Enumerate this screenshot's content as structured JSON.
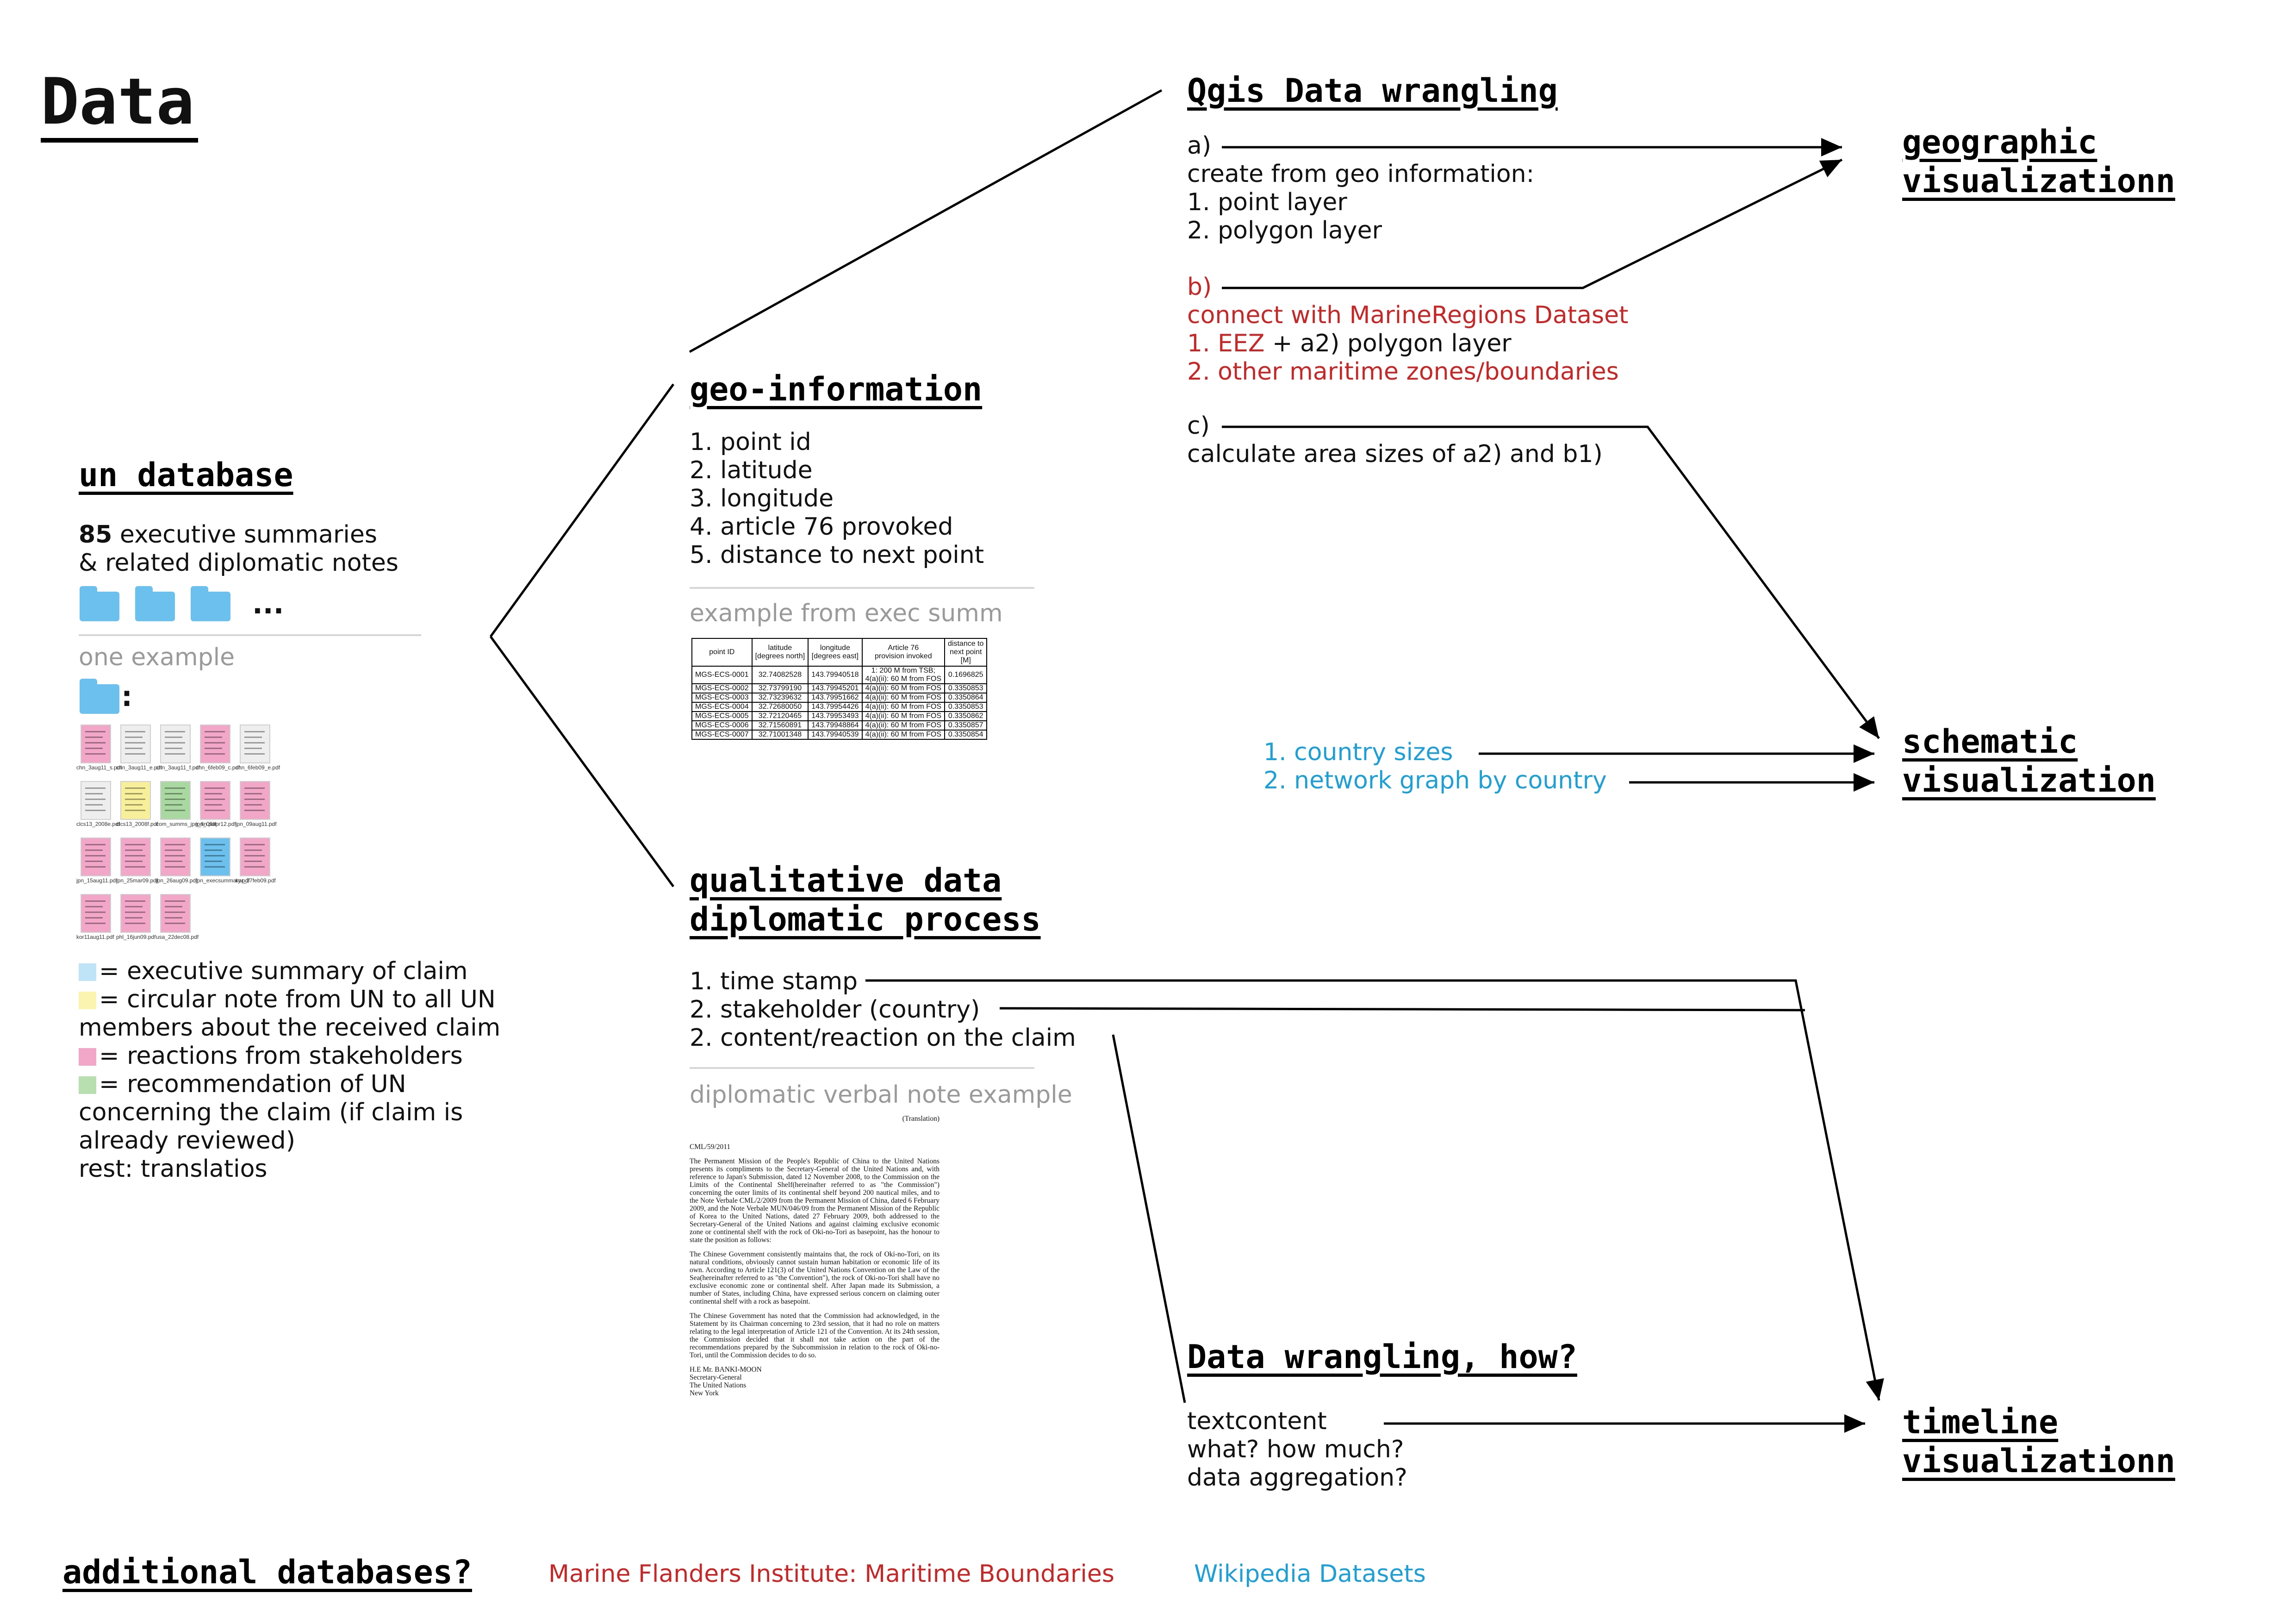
{
  "title": "Data",
  "un_database": {
    "heading": "un database",
    "count": "85",
    "line1_rest": " executive summaries",
    "line2": "& related diplomatic notes",
    "ellipsis": "...",
    "example_label": "one example",
    "colon": ":",
    "files": [
      {
        "name": "chn_3aug11_s.pdf",
        "color": "#f2a7c9"
      },
      {
        "name": "chn_3aug11_e.pdf",
        "color": "#eeeeee"
      },
      {
        "name": "chn_3aug11_f.pdf",
        "color": "#eeeeee"
      },
      {
        "name": "chn_6feb09_c.pdf",
        "color": "#f2a7c9"
      },
      {
        "name": "chn_6feb09_e.pdf",
        "color": "#eeeeee"
      },
      {
        "name": "clcs13_2008e.pdf",
        "color": "#eeeeee"
      },
      {
        "name": "clcs13_2008f.pdf",
        "color": "#f8ef9a"
      },
      {
        "name": "com_summs_jpn_fin.pdf",
        "color": "#a9d8a0"
      },
      {
        "name": "jpn_09apr12.pdf",
        "color": "#f2a7c9"
      },
      {
        "name": "jpn_09aug11.pdf",
        "color": "#f2a7c9"
      },
      {
        "name": "jpn_15aug11.pdf",
        "color": "#f2a7c9"
      },
      {
        "name": "jpn_25mar09.pdf",
        "color": "#f2a7c9"
      },
      {
        "name": "jpn_26aug09.pdf",
        "color": "#f2a7c9"
      },
      {
        "name": "jpn_execsummary.pdf",
        "color": "#6cc0ee"
      },
      {
        "name": "kor_27feb09.pdf",
        "color": "#f2a7c9"
      },
      {
        "name": "kor11aug11.pdf",
        "color": "#f2a7c9"
      },
      {
        "name": "phl_16jun09.pdf",
        "color": "#f2a7c9"
      },
      {
        "name": "usa_22dec08.pdf",
        "color": "#f2a7c9"
      }
    ],
    "legend": [
      {
        "color": "#bfe3f7",
        "text": "= executive summary of claim"
      },
      {
        "color": "#fbf4b0",
        "text": "= circular note from UN to all UN"
      },
      {
        "color": "",
        "text": "members about the received claim"
      },
      {
        "color": "#f2a7c9",
        "text": "= reactions from stakeholders"
      },
      {
        "color": "#b7dfb0",
        "text": "= recommendation of UN"
      },
      {
        "color": "",
        "text": "concerning the claim (if claim is"
      },
      {
        "color": "",
        "text": "already reviewed)"
      },
      {
        "color": "",
        "text": "rest: translatios"
      }
    ]
  },
  "geo": {
    "heading": "geo-information",
    "items": [
      "1. point id",
      "2. latitude",
      "3. longitude",
      "4. article 76 provoked",
      "5. distance to next point"
    ],
    "example_label": "example from exec summ",
    "table": {
      "headers": [
        "point ID",
        "latitude\n[degrees north]",
        "longitude\n[degrees east]",
        "Article 76\nprovision invoked",
        "distance to\nnext point\n[M]"
      ],
      "rows": [
        [
          "MGS-ECS-0001",
          "32.74082528",
          "143.79940518",
          "1: 200 M from TSB;\n4(a)(ii): 60 M from FOS",
          "0.1696825"
        ],
        [
          "MGS-ECS-0002",
          "32.73799190",
          "143.79945201",
          "4(a)(ii): 60 M from FOS",
          "0.3350853"
        ],
        [
          "MGS-ECS-0003",
          "32.73239632",
          "143.79951662",
          "4(a)(ii): 60 M from FOS",
          "0.3350864"
        ],
        [
          "MGS-ECS-0004",
          "32.72680050",
          "143.79954426",
          "4(a)(ii): 60 M from FOS",
          "0.3350853"
        ],
        [
          "MGS-ECS-0005",
          "32.72120465",
          "143.79953493",
          "4(a)(ii): 60 M from FOS",
          "0.3350862"
        ],
        [
          "MGS-ECS-0006",
          "32.71560891",
          "143.79948864",
          "4(a)(ii): 60 M from FOS",
          "0.3350857"
        ],
        [
          "MGS-ECS-0007",
          "32.71001348",
          "143.79940539",
          "4(a)(ii): 60 M from FOS",
          "0.3350854"
        ]
      ]
    }
  },
  "qual": {
    "heading1": "qualitative data",
    "heading2": "diplomatic process",
    "items": [
      "1. time stamp",
      "2. stakeholder (country)",
      "2. content/reaction on the claim"
    ],
    "example_label": "diplomatic verbal note example",
    "note": {
      "translation": "(Translation)",
      "ref": "CML/59/2011",
      "p1": "The Permanent Mission of the People's Republic of China to the United Nations presents its compliments to the Secretary-General of the United Nations and, with reference to Japan's Submission, dated 12 November 2008, to the Commission on the Limits of the Continental Shelf(hereinafter referred to as \"the Commission\") concerning the outer limits of its continental shelf beyond 200 nautical miles, and to the Note Verbale CML/2/2009 from the Permanent Mission of China, dated 6 February 2009, and the Note Verbale MUN/046/09 from the Permanent Mission of the Republic of Korea to the United Nations, dated 27 February 2009, both addressed to the Secretary-General of the United Nations and against claiming exclusive economic zone or continental shelf with the rock of Oki-no-Tori as basepoint, has the honour to state the position as follows:",
      "p2": "The Chinese Government consistently maintains that, the rock of Oki-no-Tori, on its natural conditions, obviously cannot sustain human habitation or economic life of its own. According to Article 121(3) of the United Nations Convention on the Law of the Sea(hereinafter referred to as \"the Convention\"), the rock of Oki-no-Tori shall have no exclusive economic zone or continental shelf. After Japan made its Submission, a number of States, including China, have expressed serious concern on claiming outer continental shelf with a rock as basepoint.",
      "p3": "The Chinese Government has noted that the Commission had acknowledged, in the Statement by its Chairman concerning to 23rd session, that it had no role on matters relating to the legal interpretation of Article 121 of the Convention. At its 24th session, the Commission decided that it shall not take action on the part of the recommendations prepared by the Subcommission in relation to the rock of Oki-no-Tori, until the Commission decides to do so.",
      "addr1": "H.E Mr. BANKI-MOON",
      "addr2": "Secretary-General",
      "addr3": "The United Nations",
      "addr4": "New York"
    }
  },
  "qgis": {
    "heading": "Qgis Data wrangling",
    "a_label": "a)",
    "a_lines": [
      "create from geo information:",
      "1. point layer",
      "2. polygon layer"
    ],
    "b_label": "b)",
    "b_line1": "connect with MarineRegions Dataset",
    "b_line2_red": "1. EEZ",
    "b_line2_black": " + a2) polygon layer",
    "b_line3": "2. other maritime zones/boundaries",
    "c_label": "c)",
    "c_line": "calculate area sizes of a2) and b1)"
  },
  "country": {
    "items": [
      "1. country sizes",
      "2. network graph by country"
    ]
  },
  "wrangling": {
    "heading": "Data wrangling, how?",
    "lines": [
      "textcontent",
      "what? how much?",
      "data aggregation?"
    ]
  },
  "outputs": {
    "geo1": "geographic",
    "geo2": "visualizationn",
    "schem1": "schematic",
    "schem2": "visualization",
    "time1": "timeline",
    "time2": "visualizationn"
  },
  "footer": {
    "heading": "additional databases?",
    "marine": "Marine Flanders Institute:  Maritime Boundaries",
    "wiki": "Wikipedia Datasets"
  },
  "colors": {
    "red": "#c62828",
    "blue": "#1e9fd6",
    "folder": "#6cc0ee"
  }
}
